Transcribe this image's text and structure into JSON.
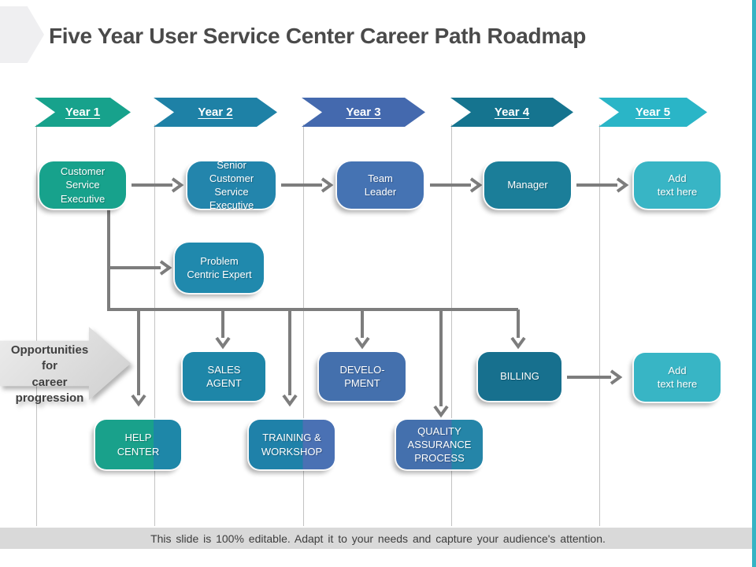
{
  "slide": {
    "title": "Five Year User Service Center Career Path Roadmap",
    "footer_note": "This slide is 100% editable. Adapt it to your needs and capture your audience's attention.",
    "side_label": "Opportunities for\ncareer progression"
  },
  "timeline": {
    "years": [
      {
        "label": "Year 1",
        "color": "#17a28c"
      },
      {
        "label": "Year 2",
        "color": "#1e81a6"
      },
      {
        "label": "Year 3",
        "color": "#4469ae"
      },
      {
        "label": "Year 4",
        "color": "#15748f"
      },
      {
        "label": "Year 5",
        "color": "#2ab5c7"
      }
    ]
  },
  "career_path": {
    "customer_service_executive": "Customer\nService\nExecutive",
    "senior_customer_service_executive": "Senior Customer\nService\nExecutive",
    "team_leader": "Team\nLeader",
    "manager": "Manager",
    "add_text_top": "Add\ntext here",
    "problem_centric_expert": "Problem\nCentric Expert"
  },
  "opportunities": {
    "sales_agent": "SALES\nAGENT",
    "development": "DEVELO-\nPMENT",
    "billing": "BILLING",
    "add_text_bottom": "Add\ntext here",
    "help_center": "HELP\nCENTER",
    "training_workshop": "TRAINING &\nWORKSHOP",
    "quality_assurance_process": "QUALITY\nASSURANCE\nPROCESS"
  },
  "colors": {
    "node_green": "#17a28c",
    "node_teal": "#2089ad",
    "node_blue": "#4470ad",
    "node_dark_teal": "#17708e",
    "node_cyan": "#38b5c5",
    "connector_gray": "#7d7d7d",
    "gridline_gray": "#c3c3c3",
    "band_gray": "#d9d9d9",
    "accent_strip": "#35b4c4"
  }
}
